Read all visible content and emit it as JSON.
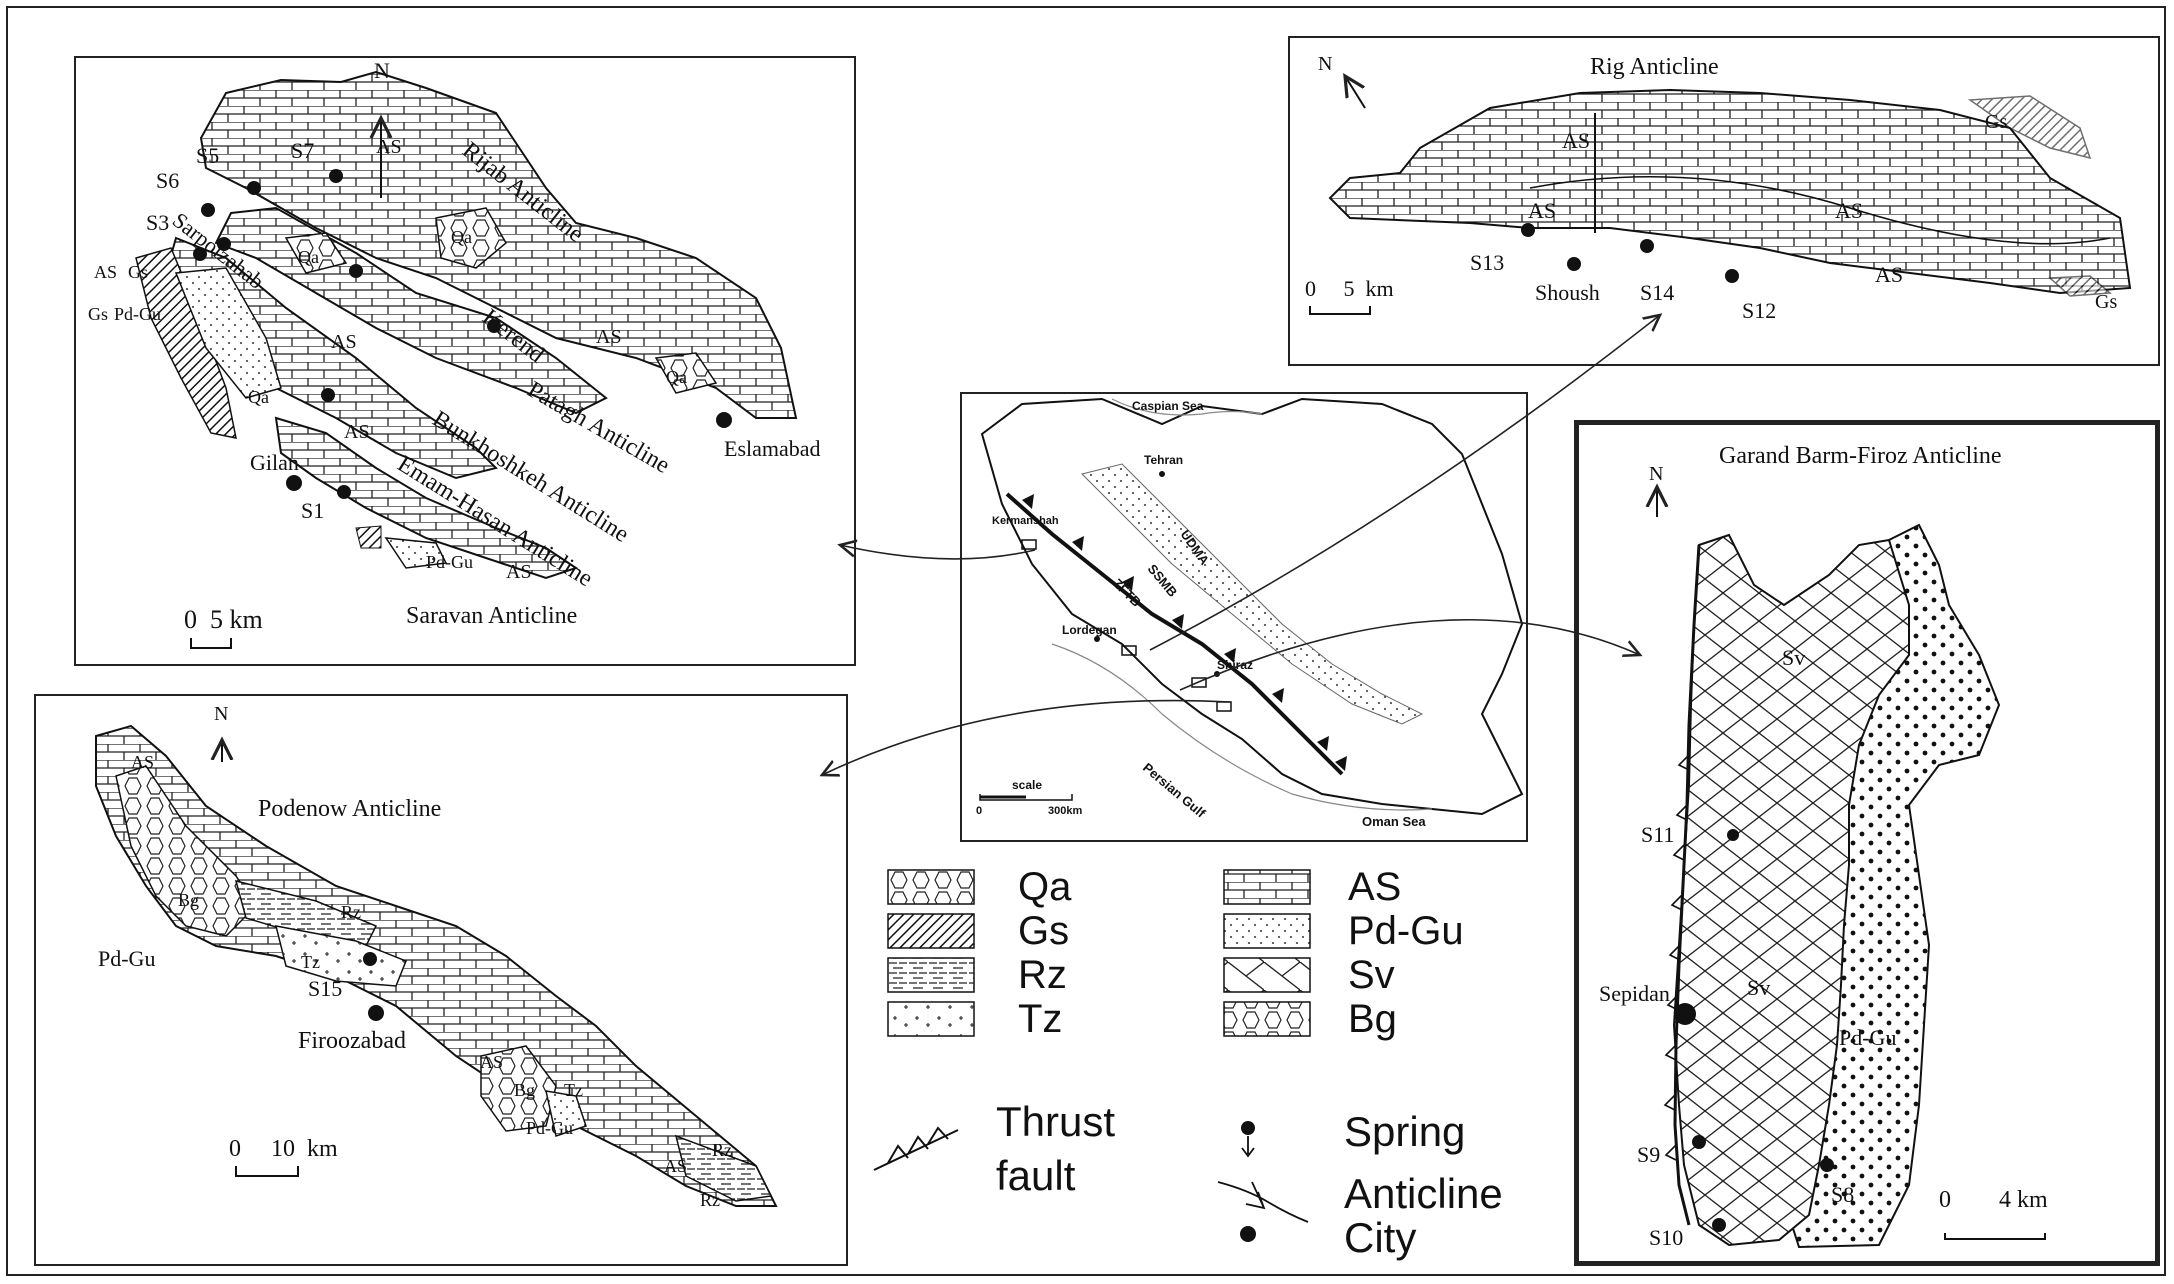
{
  "north_label": "N",
  "panel_kermanshah": {
    "anticlines": [
      "Rijab Anticline",
      "Sarpolzahab",
      "Kerend",
      "Patagh Anticline",
      "Bunkhoshkeh Anticline",
      "Emam-Hasan Anticline",
      "Saravan Anticline"
    ],
    "springs": [
      "S1",
      "S3",
      "S5",
      "S6",
      "S7"
    ],
    "cities": [
      "Gilan",
      "Eslamabad"
    ],
    "units": {
      "as": "AS",
      "qa": "Qa",
      "gs": "Gs",
      "pdgu": "Pd-Gu"
    },
    "scale": "0  5 km"
  },
  "panel_rig": {
    "title": "Rig Anticline",
    "springs": [
      "S12",
      "S13",
      "S14"
    ],
    "city": "Shoush",
    "units": {
      "as": "AS",
      "gs": "Gs"
    },
    "scale": "0     5  km"
  },
  "panel_iran": {
    "labels": [
      "Caspian Sea",
      "Tehran",
      "Kermanshah",
      "UDMA",
      "SSMB",
      "ZFTB",
      "Lordegan",
      "Shiraz",
      "Persian Gulf",
      "Oman Sea"
    ],
    "scale_word": "scale",
    "scale_ticks": [
      "0",
      "300km"
    ]
  },
  "panel_garand": {
    "title": "Garand Barm-Firoz Anticline",
    "springs": [
      "S8",
      "S9",
      "S10",
      "S11"
    ],
    "city": "Sepidan",
    "units": {
      "sv": "Sv",
      "pdgu": "Pd-Gu"
    },
    "scale": "0        4 km"
  },
  "panel_podenow": {
    "title": "Podenow Anticline",
    "springs": [
      "S15"
    ],
    "city": "Firoozabad",
    "units": {
      "as": "AS",
      "bg": "Bg",
      "rz": "Rz",
      "tz": "Tz",
      "pdgu": "Pd-Gu"
    },
    "scale": "0     10  km"
  },
  "legend": {
    "units": [
      "Qa",
      "Gs",
      "Rz",
      "Tz",
      "AS",
      "Pd-Gu",
      "Sv",
      "Bg"
    ],
    "thrust_line1": "Thrust",
    "thrust_line2": "fault",
    "spring": "Spring",
    "anticline": "Anticline",
    "city": "City"
  }
}
